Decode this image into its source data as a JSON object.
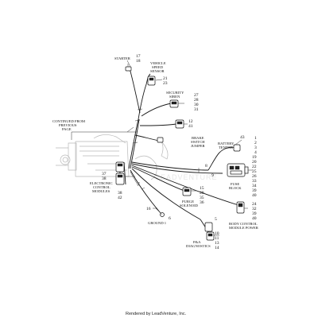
{
  "labels": {
    "starter": "STARTER",
    "vss_1": "VEHICLE",
    "vss_2": "SPEED",
    "vss_3": "SENSOR",
    "siren_1": "SECURITY",
    "siren_2": "SIREN",
    "cont_1": "CONTINUED FROM",
    "cont_2": "PREVIOUS",
    "cont_3": "PAGE",
    "brake_1": "BRAKE",
    "brake_2": "SWITCH",
    "brake_3": "JUMPER",
    "battery_1": "BATTERY",
    "battery_2": "TENDER",
    "ecm_1": "ELECTRONIC",
    "ecm_2": "CONTROL",
    "ecm_3": "MODULES",
    "fuse_1": "FUSE",
    "fuse_2": "BLOCK",
    "purge_1": "PURGE",
    "purge_2": "SOLENOID",
    "ground": "GROUND 1",
    "bcm_1": "BODY CONTROL",
    "bcm_2": "MODULE POWER",
    "pa_1": "P&A",
    "pa_2": "DIAGNOSTICS"
  },
  "numbers": {
    "n17": "17",
    "n18": "18",
    "n21": "21",
    "n23": "23",
    "n27": "27",
    "n28": "28",
    "n30": "30",
    "n31": "31",
    "n12": "12",
    "n41": "41",
    "r1": "1",
    "r2": "2",
    "r3": "3",
    "r4": "4",
    "r19": "19",
    "r20": "20",
    "r22": "22",
    "r25": "25",
    "r26": "26",
    "r33": "33",
    "r34": "34",
    "r39": "39",
    "r40": "40",
    "n43": "43",
    "b24": "24",
    "b32": "32",
    "b39": "39",
    "b40": "40",
    "n37": "37",
    "n38": "38",
    "n7": "7",
    "n38b": "38",
    "n42": "42",
    "n8": "8",
    "n9": "9",
    "n15": "15",
    "n29": "29",
    "n35": "35",
    "n36": "36",
    "n16": "16",
    "n6": "6",
    "n5": "5",
    "n10": "10",
    "n11": "11",
    "n13": "13",
    "n14": "14"
  },
  "watermark": "LEADVENTURE",
  "footer": "Rendered by LeadVenture, Inc."
}
